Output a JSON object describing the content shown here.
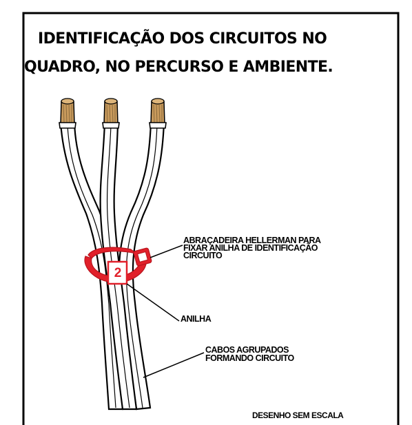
{
  "title": "IDENTIFICAÇÃO DOS CIRCUITOS NO QUADRO, NO PERCURSO E AMBIENTE.",
  "labels": {
    "abracadeira_line1": "ABRAÇADEIRA HELLERMAN PARA",
    "abracadeira_line2": "FIXAR ANILHA DE IDENTIFICAÇÃO",
    "abracadeira_line3": "CIRCUITO",
    "anilha": "ANILHA",
    "cabos_line1": "CABOS AGRUPADOS",
    "cabos_line2": "FORMANDO CIRCUITO",
    "escala": "DESENHO SEM ESCALA"
  },
  "tag_number": "2",
  "colors": {
    "copper": "#c89a5c",
    "copper_dark": "#8a6a3c",
    "tie": "#e1202a",
    "outline": "#000000"
  }
}
